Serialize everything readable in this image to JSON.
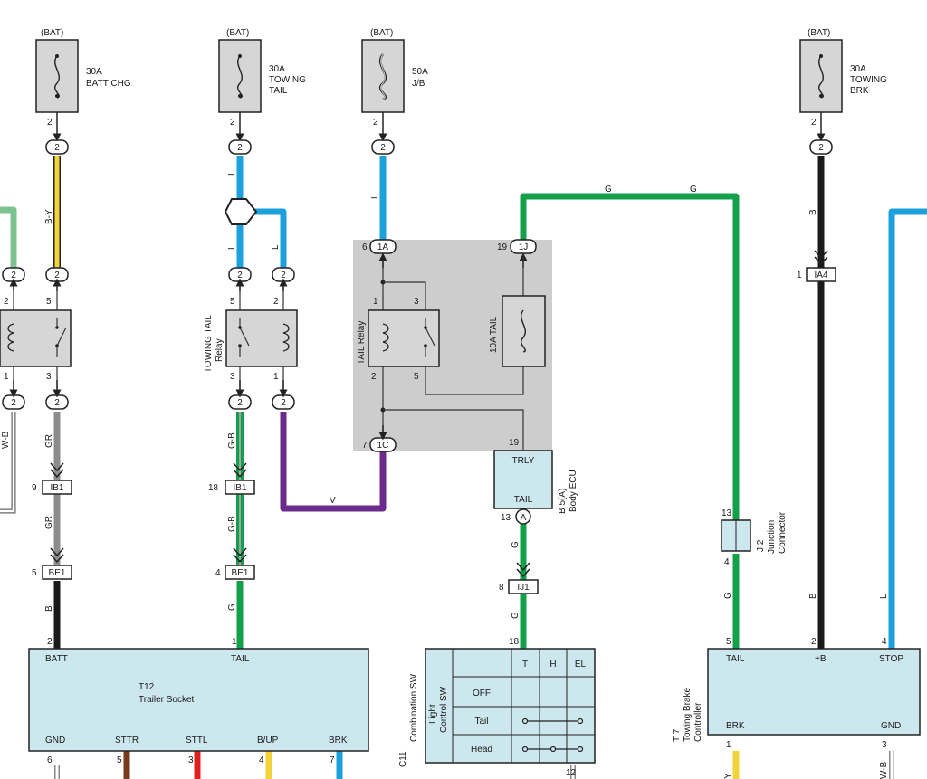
{
  "fuses": {
    "batt_chg": {
      "src": "(BAT)",
      "amp": "30A",
      "name1": "BATT CHG",
      "name2": "",
      "pin": "2",
      "conn": "2"
    },
    "towing_tail": {
      "src": "(BAT)",
      "amp": "30A",
      "name1": "TOWING",
      "name2": "TAIL",
      "pin": "2",
      "conn": "2"
    },
    "jb": {
      "src": "(BAT)",
      "amp": "50A",
      "name1": "J/B",
      "name2": "",
      "pin": "2",
      "conn": "2"
    },
    "towing_brk": {
      "src": "(BAT)",
      "amp": "30A",
      "name1": "TOWING",
      "name2": "BRK",
      "pin": "2",
      "conn": "2"
    }
  },
  "wire_colors": {
    "by": "B-Y",
    "gr": "GR",
    "wb": "W-B",
    "l": "L",
    "gb": "G-B",
    "v": "V",
    "g": "G",
    "b": "B"
  },
  "connectors": {
    "two": "2",
    "ib1": "IB1",
    "be1": "BE1",
    "ia4": "IA4",
    "ij1": "IJ1",
    "c1a": "1A",
    "c1c": "1C",
    "c1j": "1J",
    "ca": "A"
  },
  "pins": {
    "p1": "1",
    "p2": "2",
    "p3": "3",
    "p4": "4",
    "p5": "5",
    "p6": "6",
    "p7": "7",
    "p8": "8",
    "p9": "9",
    "p12": "12",
    "p13": "13",
    "p18": "18",
    "p19": "19"
  },
  "relays": {
    "towing_tail": {
      "line1": "TOWING TAIL",
      "line2": "Relay"
    },
    "tail": {
      "line1": "TAIL Relay"
    }
  },
  "jb_fuse": "10A TAIL",
  "body_ecu": {
    "trly": "TRLY",
    "tail": "TAIL",
    "code": "B 5(A)",
    "name": "Body ECU"
  },
  "junction": {
    "code": "J 2",
    "name1": "Junction",
    "name2": "Connector"
  },
  "trailer_socket": {
    "code": "T12",
    "name": "Trailer Socket",
    "top": {
      "batt": "BATT",
      "tail": "TAIL"
    },
    "bottom": {
      "gnd": "GND",
      "sttr": "STTR",
      "sttl": "STTL",
      "bup": "B/UP",
      "brk": "BRK"
    }
  },
  "combination_sw": {
    "code": "C11",
    "name": "Combination SW",
    "sub1": "Light",
    "sub2": "Control SW",
    "cols": [
      "T",
      "H",
      "EL"
    ],
    "rows": [
      "OFF",
      "Tail",
      "Head"
    ]
  },
  "brake_controller": {
    "code": "T 7",
    "name1": "Towing Brake",
    "name2": "Controller",
    "top": {
      "tail": "TAIL",
      "b": "+B",
      "stop": "STOP"
    },
    "bottom": {
      "brk": "BRK",
      "gnd": "GND"
    },
    "wire_y": "Y",
    "wire_wb": "W-B"
  },
  "colors": {
    "blue": "#1da1dc",
    "green": "#14a04a",
    "lightgreen": "#7ec38f",
    "black": "#1a1a1a",
    "grey": "#8c8c8c",
    "purple": "#6b2a8c",
    "yellow": "#f2d43a",
    "red": "#e02020",
    "brown": "#7a3a1e",
    "module": "#cde7ef",
    "jb": "#cdcdcd"
  }
}
